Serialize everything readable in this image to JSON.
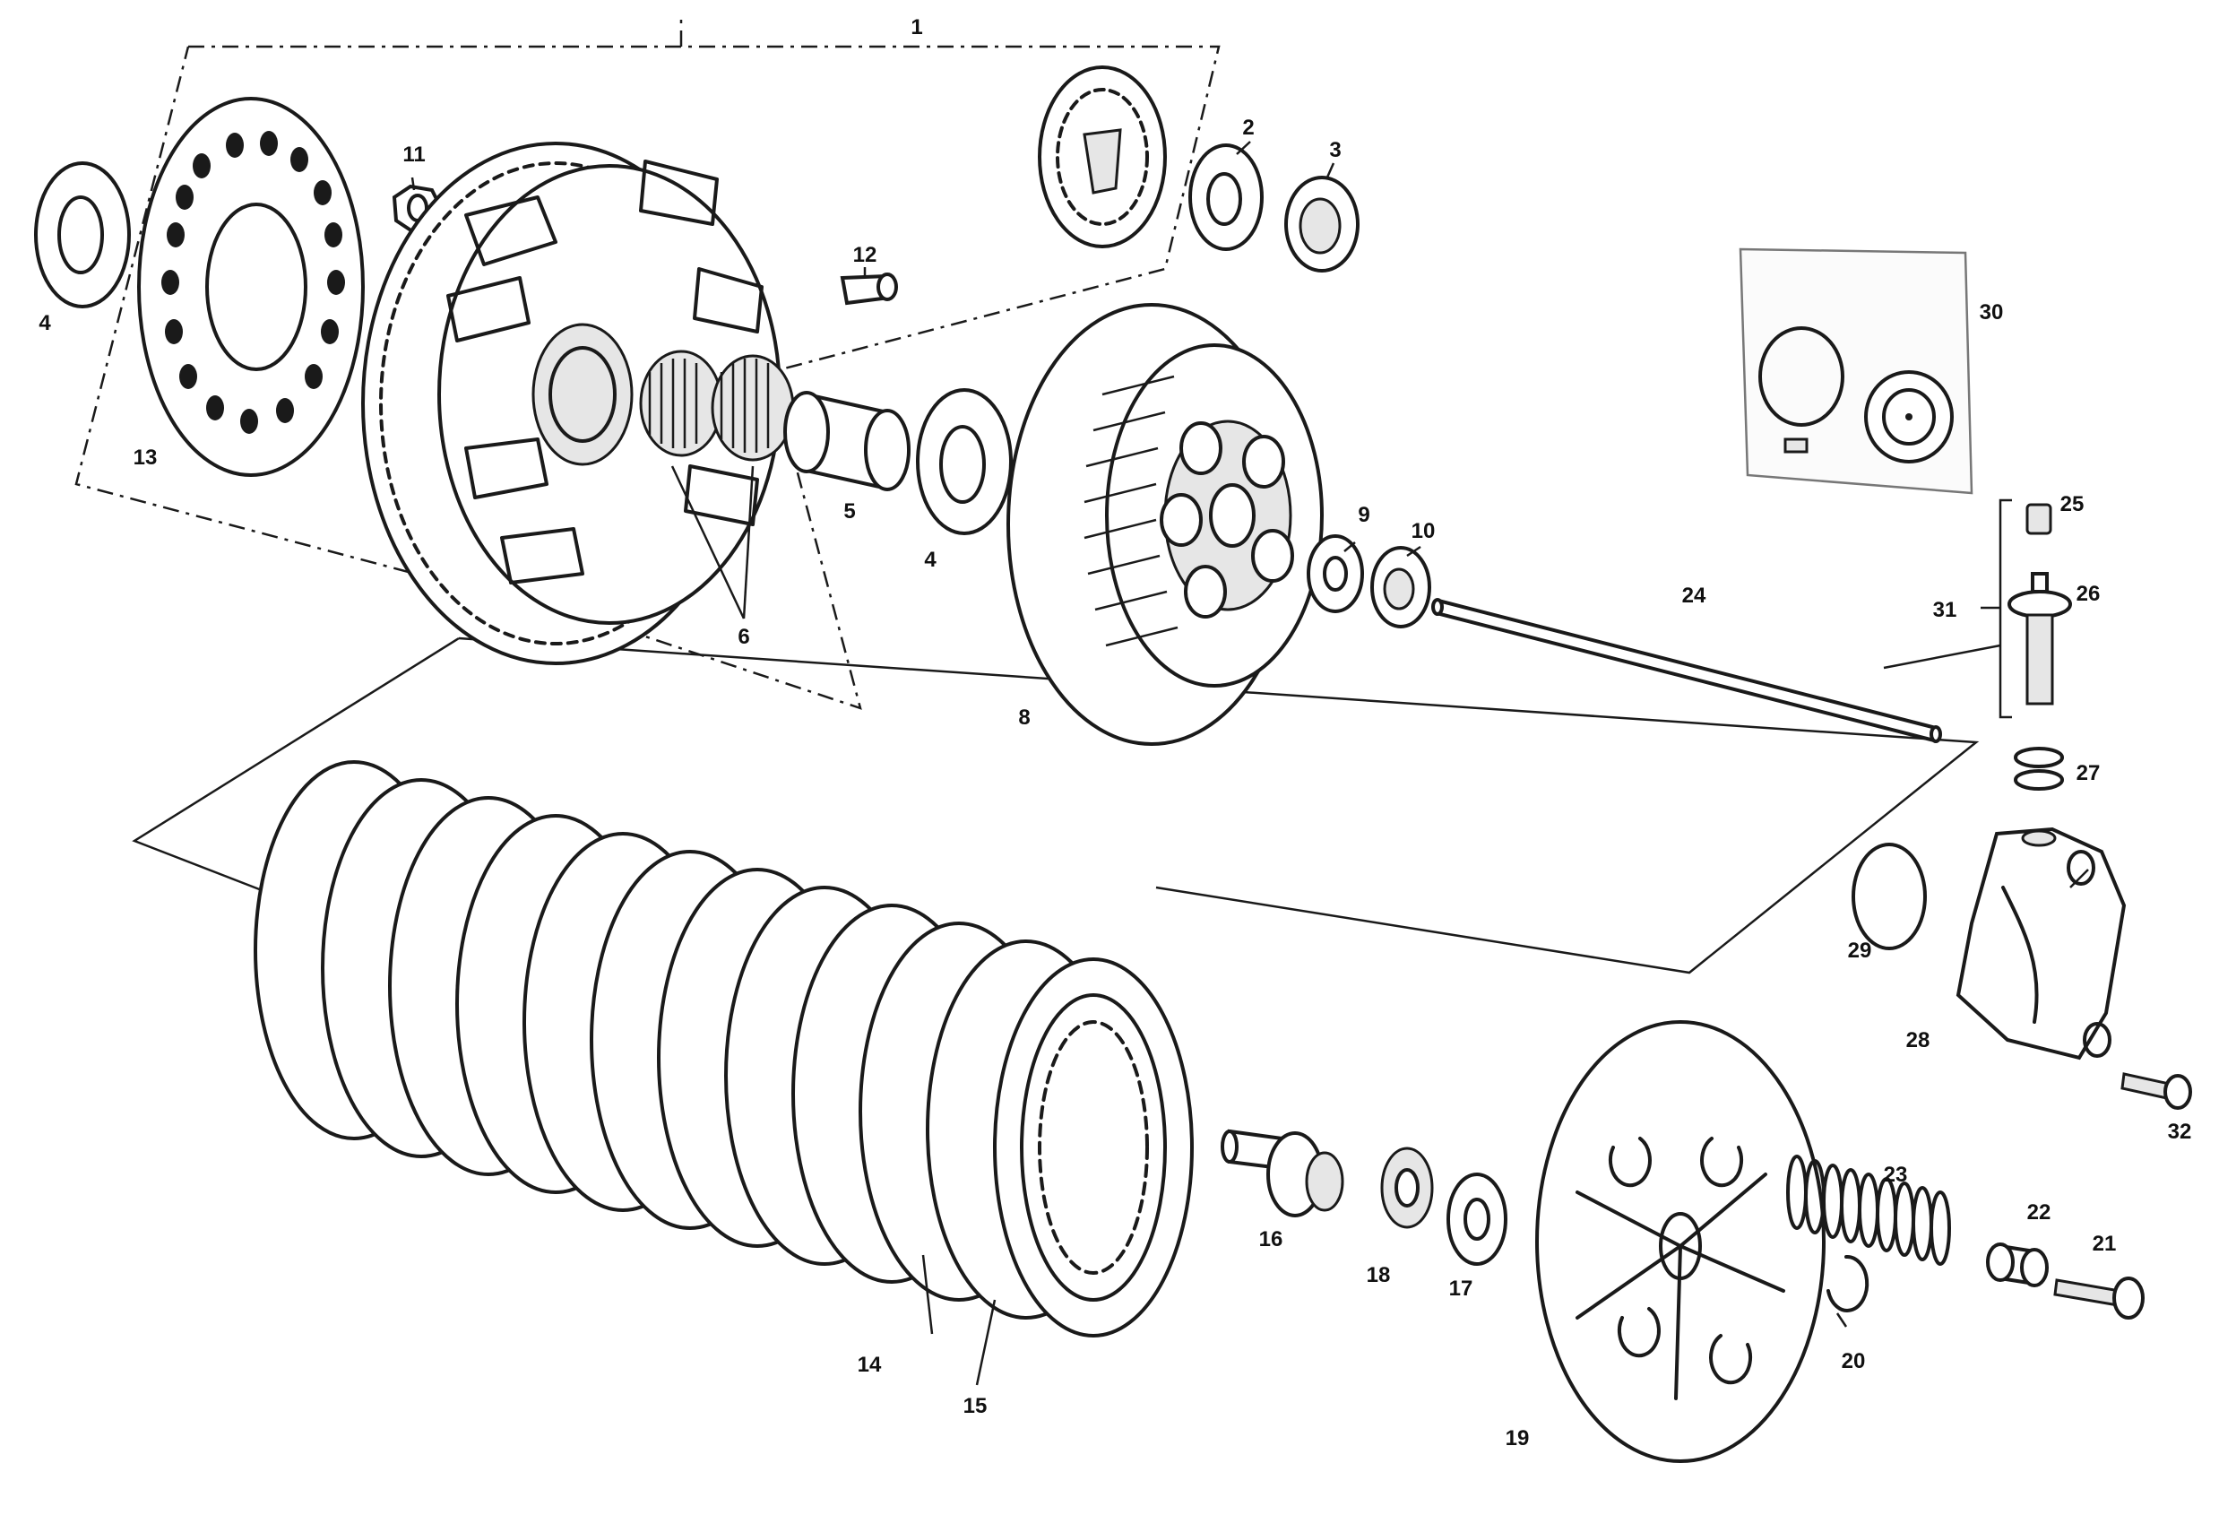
{
  "callouts": {
    "c1": "1",
    "c2": "2",
    "c3": "3",
    "c4a": "4",
    "c4b": "4",
    "c5": "5",
    "c6": "6",
    "c8": "8",
    "c9": "9",
    "c10": "10",
    "c11": "11",
    "c12": "12",
    "c13": "13",
    "c14": "14",
    "c15": "15",
    "c16": "16",
    "c17": "17",
    "c18": "18",
    "c19": "19",
    "c20": "20",
    "c21": "21",
    "c22": "22",
    "c23": "23",
    "c24": "24",
    "c25": "25",
    "c26": "26",
    "c27": "27",
    "c28": "28",
    "c29": "29",
    "c30": "30",
    "c31": "31",
    "c32": "32"
  },
  "colors": {
    "line": "#1a1a1a",
    "paper": "#ffffff"
  }
}
